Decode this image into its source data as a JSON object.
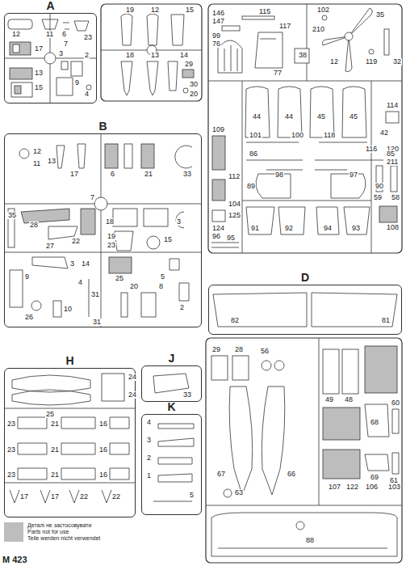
{
  "diagram": {
    "nodes": [
      {
        "text": [
          "A"
        ]
      },
      {
        "text": [
          "B"
        ]
      },
      {
        "text": [
          "D"
        ]
      },
      {
        "text": [
          "H"
        ]
      },
      {
        "text": [
          "J"
        ]
      },
      {
        "text": [
          "K"
        ]
      }
    ],
    "labels": [
      "12",
      "11",
      "6",
      "7",
      "23",
      "17",
      "3",
      "2",
      "13",
      "15",
      "9",
      "4",
      "19",
      "12",
      "15",
      "18",
      "13",
      "14",
      "29",
      "30",
      "20",
      "146",
      "147",
      "99",
      "115",
      "117",
      "102",
      "35",
      "210",
      "12",
      "119",
      "32",
      "38",
      "76",
      "77",
      "44",
      "44",
      "45",
      "45",
      "114",
      "109",
      "101",
      "100",
      "118",
      "42",
      "116",
      "120",
      "86",
      "85",
      "98",
      "97",
      "112",
      "89",
      "90",
      "211",
      "59",
      "58",
      "104",
      "125",
      "91",
      "92",
      "94",
      "93",
      "108",
      "124",
      "96",
      "95",
      "12",
      "11",
      "13",
      "17",
      "6",
      "21",
      "33",
      "35",
      "28",
      "22",
      "7",
      "18",
      "3",
      "27",
      "19",
      "23",
      "15",
      "9",
      "3",
      "14",
      "25",
      "5",
      "2",
      "4",
      "31",
      "20",
      "8",
      "26",
      "10",
      "31",
      "82",
      "81",
      "29",
      "28",
      "56",
      "49",
      "48",
      "67",
      "66",
      "68",
      "60",
      "69",
      "61",
      "63",
      "107",
      "122",
      "106",
      "103",
      "88",
      "25",
      "24",
      "24",
      "23",
      "21",
      "16",
      "23",
      "21",
      "16",
      "23",
      "21",
      "16",
      "17",
      "17",
      "22",
      "22",
      "33",
      "4",
      "3",
      "2",
      "1",
      "5",
      "M 423"
    ],
    "legend": [
      {
        "text": "Деталі не застосовувати",
        "color": "#bdbdbd"
      },
      {
        "text": "Parts not for use",
        "color": "#bdbdbd"
      },
      {
        "text": "Teile werden nicht verwendet",
        "color": "#bdbdbd"
      }
    ]
  }
}
